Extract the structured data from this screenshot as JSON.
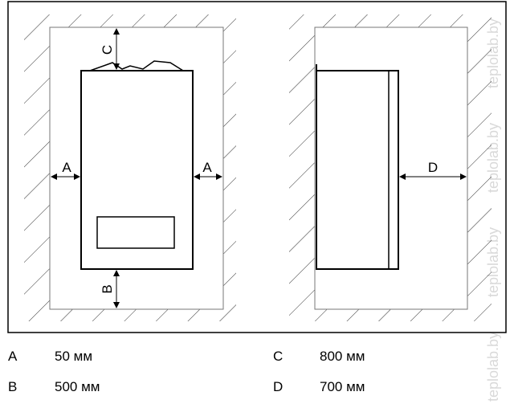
{
  "diagram": {
    "front_view": {
      "labels": {
        "top": "C",
        "left": "A",
        "right": "A",
        "bottom": "B"
      }
    },
    "side_view": {
      "labels": {
        "front": "D"
      }
    },
    "watermark": "teplolab.by"
  },
  "legend": [
    {
      "letter": "A",
      "value": "50 мм"
    },
    {
      "letter": "B",
      "value": "500 мм"
    },
    {
      "letter": "C",
      "value": "800 мм"
    },
    {
      "letter": "D",
      "value": "700 мм"
    }
  ]
}
